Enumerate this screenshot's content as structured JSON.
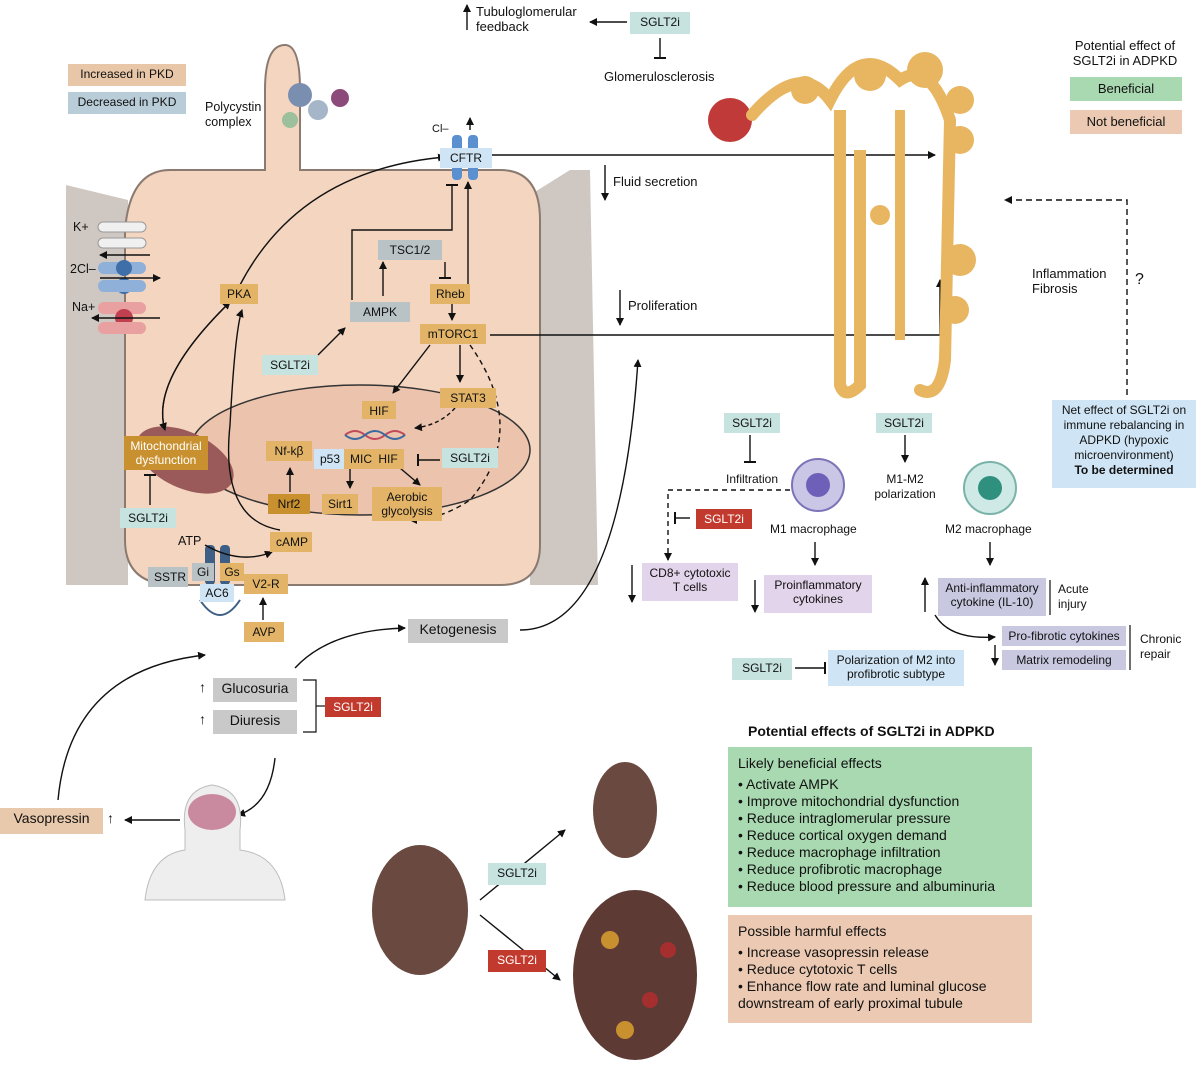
{
  "legend": {
    "increased": "Increased in PKD",
    "decreased": "Decreased in PKD",
    "potential_title": "Potential effect of SGLT2i in ADPKD",
    "beneficial": "Beneficial",
    "not_beneficial": "Not beneficial"
  },
  "cell": {
    "polycystin": "Polycystin complex",
    "k": "K+",
    "cl2": "2Cl–",
    "na": "Na+",
    "cl": "Cl–",
    "cftr": "CFTR",
    "pka": "PKA",
    "tsc": "TSC1/2",
    "rheb": "Rheb",
    "ampk": "AMPK",
    "sglt2i_ampk": "SGLT2i",
    "mtorc1": "mTORC1",
    "stat3": "STAT3",
    "hif_top": "HIF",
    "nfkb": "Nf-kβ",
    "p53": "p53",
    "mic": "MIC",
    "hif": "HIF",
    "sglt2i_hif": "SGLT2i",
    "nrf2": "Nrf2",
    "sirt1": "Sirt1",
    "aerobic": "Aerobic glycolysis",
    "mito": "Mitochondrial dysfunction",
    "sglt2i_mito": "SGLT2i",
    "atp": "ATP",
    "camp": "cAMP",
    "sstr": "SSTR",
    "gi": "Gi",
    "gs": "Gs",
    "ac6": "AC6",
    "v2r": "V2-R",
    "avp": "AVP"
  },
  "top": {
    "tubulo": "Tubuloglomerular feedback",
    "sglt2i": "SGLT2i",
    "glomerulo": "Glomerulosclerosis",
    "fluid": "Fluid secretion",
    "proliferation": "Proliferation",
    "inflammation": "Inflammation Fibrosis",
    "question": "?"
  },
  "immune": {
    "net_effect": "Net effect of SGLT2i on immune rebalancing in ADPKD (hypoxic microenvironment)",
    "tbd": "To be determined",
    "sglt2i_infil": "SGLT2i",
    "infiltration": "Infiltration",
    "sglt2i_m1m2": "SGLT2i",
    "m1m2": "M1-M2 polarization",
    "sglt2i_red": "SGLT2i",
    "m1": "M1 macrophage",
    "m2": "M2 macrophage",
    "cd8": "CD8+ cytotoxic T cells",
    "proinflam": "Proinflammatory cytokines",
    "antiinflam": "Anti-inflammatory cytokine (IL-10)",
    "acute": "Acute injury",
    "profibrotic": "Pro-fibrotic cytokines",
    "matrix": "Matrix remodeling",
    "chronic": "Chronic repair",
    "sglt2i_pol": "SGLT2i",
    "polarization": "Polarization of M2 into profibrotic subtype"
  },
  "systemic": {
    "ketogenesis": "Ketogenesis",
    "glucosuria": "Glucosuria",
    "diuresis": "Diuresis",
    "sglt2i": "SGLT2i",
    "vasopressin": "Vasopressin",
    "up": "↑"
  },
  "kidneys": {
    "sglt2i_teal": "SGLT2i",
    "sglt2i_red": "SGLT2i"
  },
  "effects": {
    "title": "Potential effects of SGLT2i in ADPKD",
    "beneficial_title": "Likely beneficial effects",
    "beneficial": [
      "Activate AMPK",
      "Improve mitochondrial dysfunction",
      "Reduce intraglomerular pressure",
      "Reduce cortical oxygen demand",
      "Reduce macrophage infiltration",
      "Reduce profibrotic macrophage",
      "Reduce blood pressure and albuminuria"
    ],
    "harmful_title": "Possible harmful effects",
    "harmful": [
      "Increase vasopressin release",
      "Reduce cytotoxic T cells",
      "Enhance flow rate and luminal glucose downstream of early proximal tubule"
    ]
  }
}
